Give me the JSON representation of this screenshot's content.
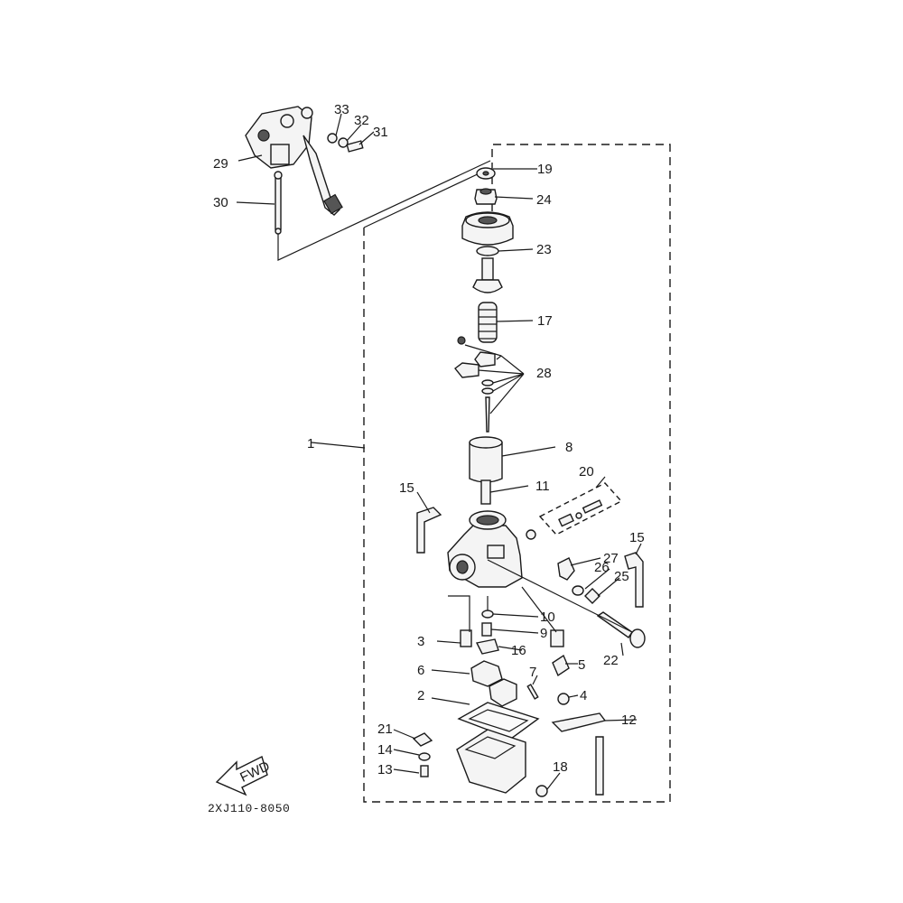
{
  "callouts": {
    "c1": "1",
    "c2": "2",
    "c3": "3",
    "c4": "4",
    "c5": "5",
    "c6": "6",
    "c7": "7",
    "c8": "8",
    "c9": "9",
    "c10": "10",
    "c11": "11",
    "c12": "12",
    "c13": "13",
    "c14": "14",
    "c15a": "15",
    "c15b": "15",
    "c16": "16",
    "c17": "17",
    "c18": "18",
    "c19": "19",
    "c20": "20",
    "c21": "21",
    "c22": "22",
    "c23": "23",
    "c24": "24",
    "c25": "25",
    "c26": "26",
    "c27": "27",
    "c28": "28",
    "c29": "29",
    "c30": "30",
    "c31": "31",
    "c32": "32",
    "c33": "33"
  },
  "fwd_label": "FWD",
  "diagram_code": "2XJ110-8050"
}
